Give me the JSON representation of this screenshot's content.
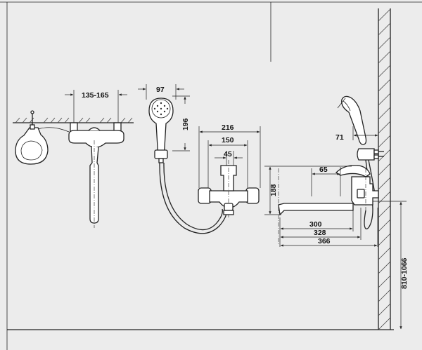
{
  "dimensions": {
    "tap_spacing": "135-165",
    "shower_head_width": "97",
    "shower_head_height": "196",
    "mixer_width": "216",
    "mixer_inner_width": "150",
    "mixer_center_width": "45",
    "spout_offset": "71",
    "handle_offset": "65",
    "spout_height": "188",
    "spout_length_300": "300",
    "spout_length_328": "328",
    "spout_length_366": "366",
    "mount_height": "810-1066"
  }
}
